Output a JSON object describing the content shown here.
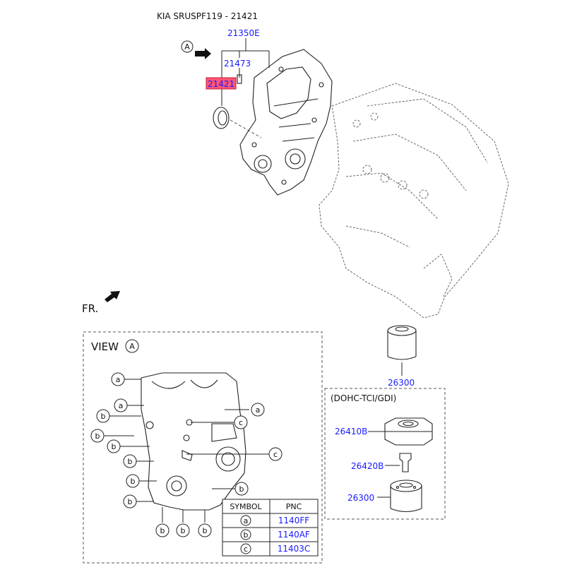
{
  "header": {
    "title": "KIA SRUSPF119 - 21421"
  },
  "view_arrow": {
    "letter": "A"
  },
  "fr_label": "FR.",
  "parts": {
    "p21350E": "21350E",
    "p21473": "21473",
    "p21421": "21421",
    "p26300_top": "26300",
    "p26410B": "26410B",
    "p26420B": "26420B",
    "p26300_bottom": "26300"
  },
  "highlight_color": "#ff5577",
  "view_box": {
    "title": "VIEW",
    "letter": "A"
  },
  "dohc_box": {
    "title": "(DOHC-TCI/GDI)"
  },
  "callouts": [
    "a",
    "a",
    "a",
    "b",
    "b",
    "b",
    "b",
    "b",
    "b",
    "b",
    "b",
    "b",
    "b",
    "c",
    "c"
  ],
  "symbol_table": {
    "headers": [
      "SYMBOL",
      "PNC"
    ],
    "rows": [
      {
        "symbol": "a",
        "pnc": "1140FF"
      },
      {
        "symbol": "b",
        "pnc": "1140AF"
      },
      {
        "symbol": "c",
        "pnc": "11403C"
      }
    ]
  }
}
